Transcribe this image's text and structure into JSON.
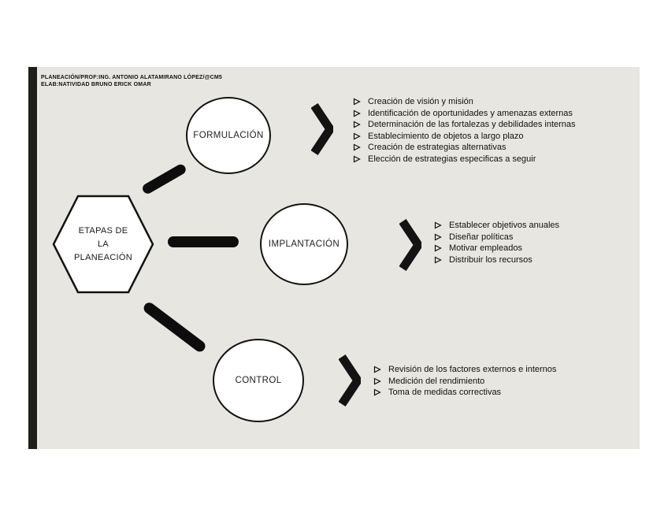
{
  "page": {
    "background": "#ffffff",
    "canvas_background": "#e8e6e0",
    "accent_bar_color": "#1f1e19",
    "shape_fill": "#ffffff",
    "shape_border": "#131313",
    "text_color": "#111111"
  },
  "header": {
    "line1": "PLANEACIÓN/PROF:ING. ANTONIO ALATAMIRANO LÓPEZ/@CM5",
    "line2": "ELAB:NATIVIDAD BRUNO ERICK OMAR"
  },
  "hexagon": {
    "line1": "ETAPAS DE",
    "line2": "LA",
    "line3": "PLANEACIÓN"
  },
  "icons": {
    "bullet": "➢",
    "chevron": "❯"
  },
  "stages": [
    {
      "label": "FORMULACIÓN",
      "items": [
        "Creación de visión y misión",
        "Identificación de oportunidades y amenazas externas",
        "Determinación de las fortalezas y debilidades internas",
        "Establecimiento de objetos a largo plazo",
        "Creación de estrategias alternativas",
        "Elección de estrategias especificas a seguir"
      ]
    },
    {
      "label": "IMPLANTACIÓN",
      "items": [
        "Establecer objetivos anuales",
        "Diseñar políticas",
        "Motivar empleados",
        "Distribuir los recursos"
      ]
    },
    {
      "label": "CONTROL",
      "items": [
        "Revisión de los factores externos e internos",
        "Medición del rendimiento",
        "Toma de medidas correctivas"
      ]
    }
  ]
}
